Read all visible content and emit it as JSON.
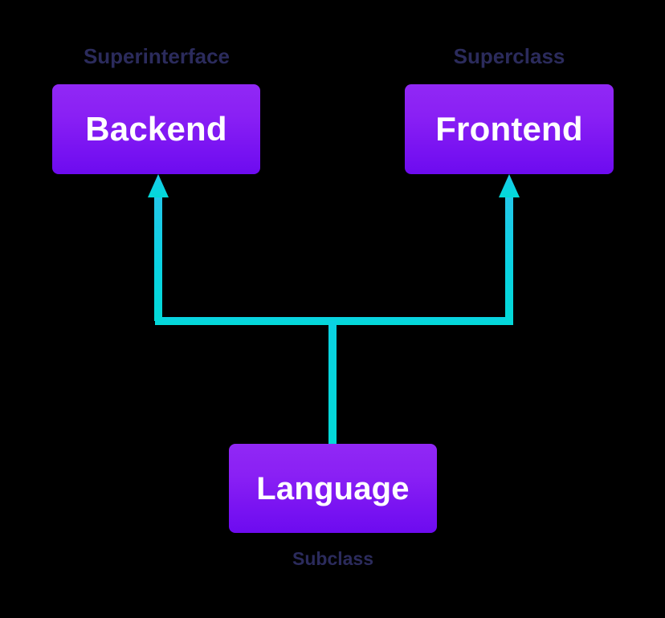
{
  "diagram": {
    "type": "class-hierarchy",
    "background_color": "#000000",
    "nodes": [
      {
        "id": "backend",
        "label": "Backend",
        "caption": "Superinterface",
        "fill_top": "#9128f5",
        "fill_bottom": "#6d0bf0"
      },
      {
        "id": "frontend",
        "label": "Frontend",
        "caption": "Superclass",
        "fill_top": "#9128f5",
        "fill_bottom": "#6d0bf0"
      },
      {
        "id": "language",
        "label": "Language",
        "caption": "Subclass",
        "fill_top": "#9128f5",
        "fill_bottom": "#6d0bf0"
      }
    ],
    "edges": [
      {
        "from": "language",
        "to": "backend",
        "style": "inheritance-arrow",
        "color": "#0ad4e4"
      },
      {
        "from": "language",
        "to": "frontend",
        "style": "inheritance-arrow",
        "color": "#0ad4e4"
      }
    ],
    "colors": {
      "caption_text": "#2b2b5c",
      "node_text": "#ffffff",
      "connector_top": "#23c6e8",
      "connector_bottom": "#04d8d8"
    }
  }
}
